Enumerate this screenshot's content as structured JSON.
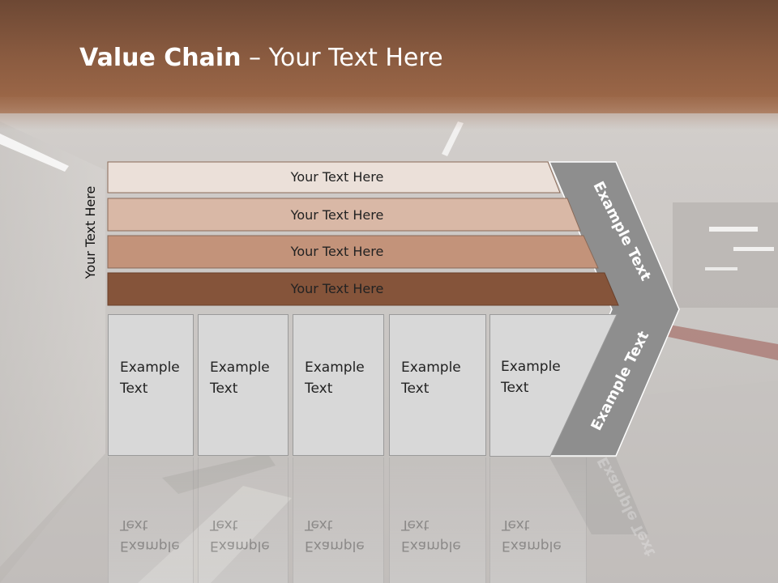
{
  "title": {
    "bold": "Value Chain",
    "rest": " – Your Text Here"
  },
  "vertical_label": "Your Text Here",
  "bands": [
    {
      "label": "Your Text Here",
      "fill": "#ebe0d9"
    },
    {
      "label": "Your Text Here",
      "fill": "#d9b8a6"
    },
    {
      "label": "Your Text Here",
      "fill": "#c3937a"
    },
    {
      "label": "Your Text Here",
      "fill": "#85543a"
    }
  ],
  "boxes": [
    {
      "label": "Example\nText"
    },
    {
      "label": "Example\nText"
    },
    {
      "label": "Example\nText"
    },
    {
      "label": "Example\nText"
    },
    {
      "label": "Example\nText"
    }
  ],
  "chevron": {
    "upper_label": "Example Text",
    "lower_label": "Example Text",
    "fill": "#8e8e8e"
  }
}
